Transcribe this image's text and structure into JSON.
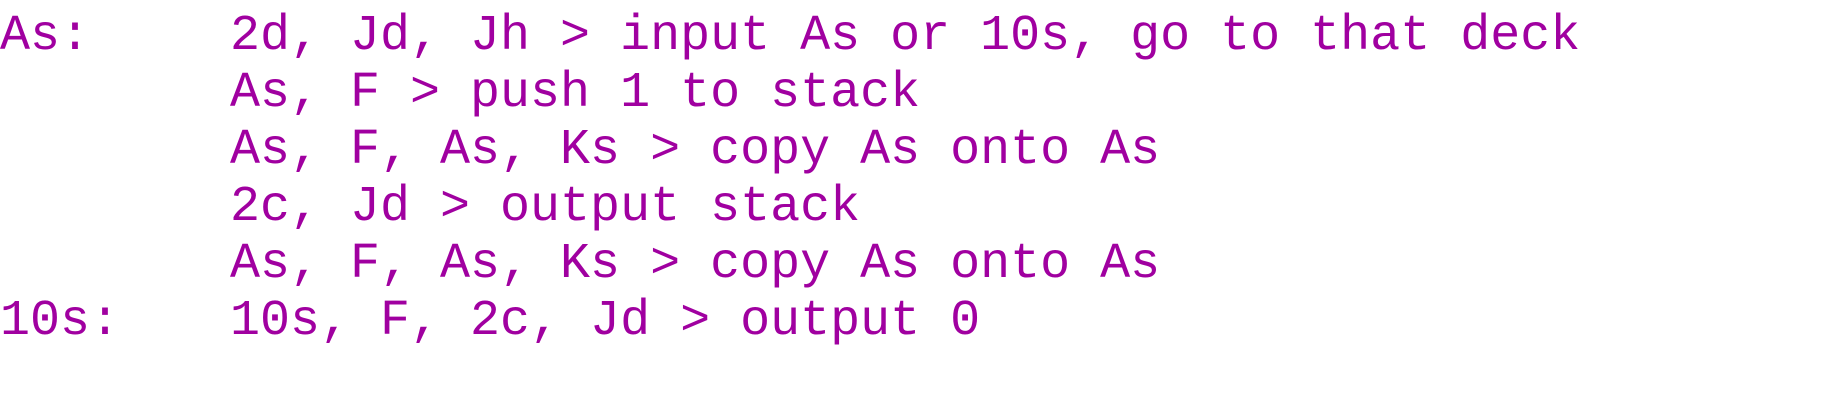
{
  "theme": {
    "text_color": "#a000a0",
    "background": "#ffffff"
  },
  "lines": [
    {
      "label": "As:",
      "text": "2d, Jd, Jh > input As or 10s, go to that deck"
    },
    {
      "label": "",
      "text": "As, F > push 1 to stack"
    },
    {
      "label": "",
      "text": "As, F, As, Ks > copy As onto As"
    },
    {
      "label": "",
      "text": "2c, Jd > output stack"
    },
    {
      "label": "",
      "text": "As, F, As, Ks > copy As onto As"
    },
    {
      "label": "10s:",
      "text": "10s, F, 2c, Jd > output 0"
    }
  ]
}
